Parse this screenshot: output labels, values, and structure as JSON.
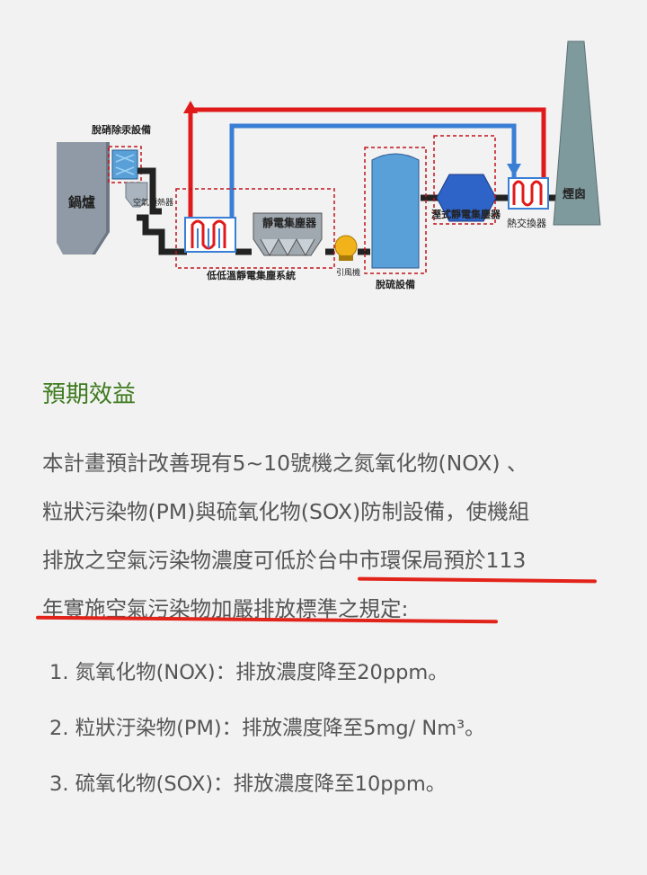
{
  "diagram": {
    "labels": {
      "denitration": "脫硝除汞設備",
      "boiler": "鍋爐",
      "air_preheater": "空氣預熱器",
      "esp": "靜電集塵器",
      "low_low_temp_esp": "低低溫靜電集塵系統",
      "induced_fan": "引風機",
      "desulfurization": "脫硫設備",
      "wet_esp": "溼式靜電集塵器",
      "heat_exchanger": "熱交換器",
      "chimney": "煙囪"
    },
    "colors": {
      "hot_line": "#e01a1a",
      "cool_line": "#3a7fd5",
      "frame": "#c0141c",
      "body": "#5aa0d8",
      "dark": "#222222"
    }
  },
  "section_title": "預期效益",
  "paragraph": {
    "line1": "本計畫預計改善現有5~10號機之氮氧化物(NOX) 、",
    "line2": "粒狀污染物(PM)與硫氧化物(SOX)防制設備，使機組",
    "line3": "排放之空氣污染物濃度可低於台中市環保局預於113",
    "line4": "年實施空氣污染物加嚴排放標準之規定:"
  },
  "list": [
    {
      "text": "1. 氮氧化物(NOX)：排放濃度降至20ppm。"
    },
    {
      "text": "2. 粒狀汙染物(PM)：排放濃度降至5mg/ Nm³。"
    },
    {
      "text": "3. 硫氧化物(SOX)：排放濃度降至10ppm。"
    }
  ],
  "highlight_color": "#e2231a"
}
